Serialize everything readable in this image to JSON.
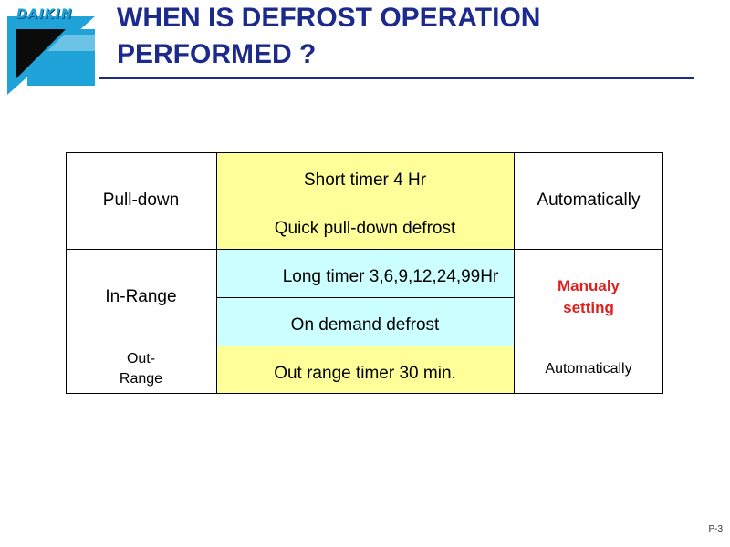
{
  "brand": {
    "logo_text": "DAIKIN"
  },
  "title": {
    "line1": "WHEN IS DEFROST OPERATION",
    "line2": "PERFORMED ?"
  },
  "table": {
    "rows": [
      {
        "label": "Pull-down",
        "cases": [
          "Short timer 4 Hr",
          "Quick pull-down defrost"
        ],
        "setting": "Automatically"
      },
      {
        "label": "In-Range",
        "cases": [
          "Long timer 3,6,9,12,24,99Hr",
          "On demand defrost"
        ],
        "setting": "Manualy setting"
      },
      {
        "label": "Out-Range",
        "cases": [
          "Out range timer 30 min."
        ],
        "setting": "Automatically"
      }
    ]
  },
  "colors": {
    "title": "#1c2a8c",
    "case_yellow": "#ffff99",
    "case_cyan": "#ccffff",
    "manual": "#e0201e"
  },
  "footer": {
    "page": "P-3"
  }
}
